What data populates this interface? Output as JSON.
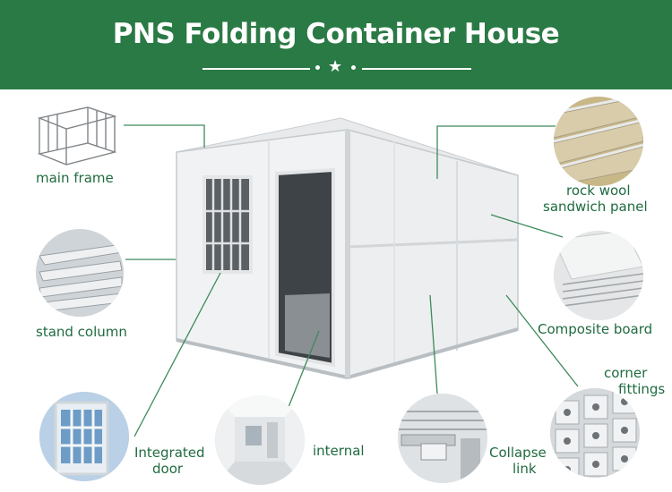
{
  "header": {
    "title": "PNS Folding Container House"
  },
  "colors": {
    "banner": "#2a7a45",
    "label_text": "#1f6b3f",
    "leader_line": "#3c8a5a"
  },
  "labels": {
    "main_frame": "main frame",
    "stand_column": "stand column",
    "integrated_door_1": "Integrated",
    "integrated_door_2": "door",
    "internal": "internal",
    "rock_wool_1": "rock wool",
    "rock_wool_2": "sandwich panel",
    "composite_board": "Composite board",
    "corner_fittings_1": "corner",
    "corner_fittings_2": "fittings",
    "collapse_link_1": "Collapse",
    "collapse_link_2": "link"
  }
}
